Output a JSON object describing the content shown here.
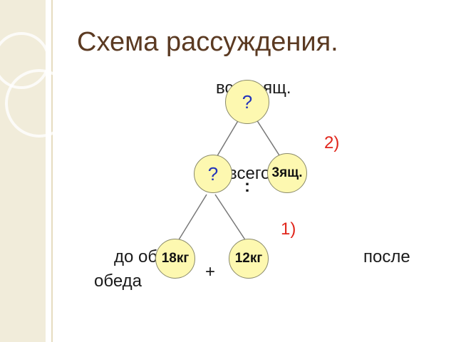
{
  "title": "Схема рассуждения.",
  "labels": {
    "total": "всего ящ.",
    "middle": "всего",
    "dot": ":",
    "step2": "2)",
    "step1": "1)",
    "before": "до обеда",
    "after": "после",
    "after2": "обеда",
    "plus": "+"
  },
  "nodes": {
    "top": "?",
    "mid_left": "?",
    "mid_right": "3ящ.",
    "bottom_left": "18кг",
    "bottom_right": "12кг"
  },
  "colors": {
    "title": "#5b3a22",
    "step_numbers": "#e1261c",
    "question_mark": "#2233bb",
    "node_fill": "#fdf8b0"
  }
}
